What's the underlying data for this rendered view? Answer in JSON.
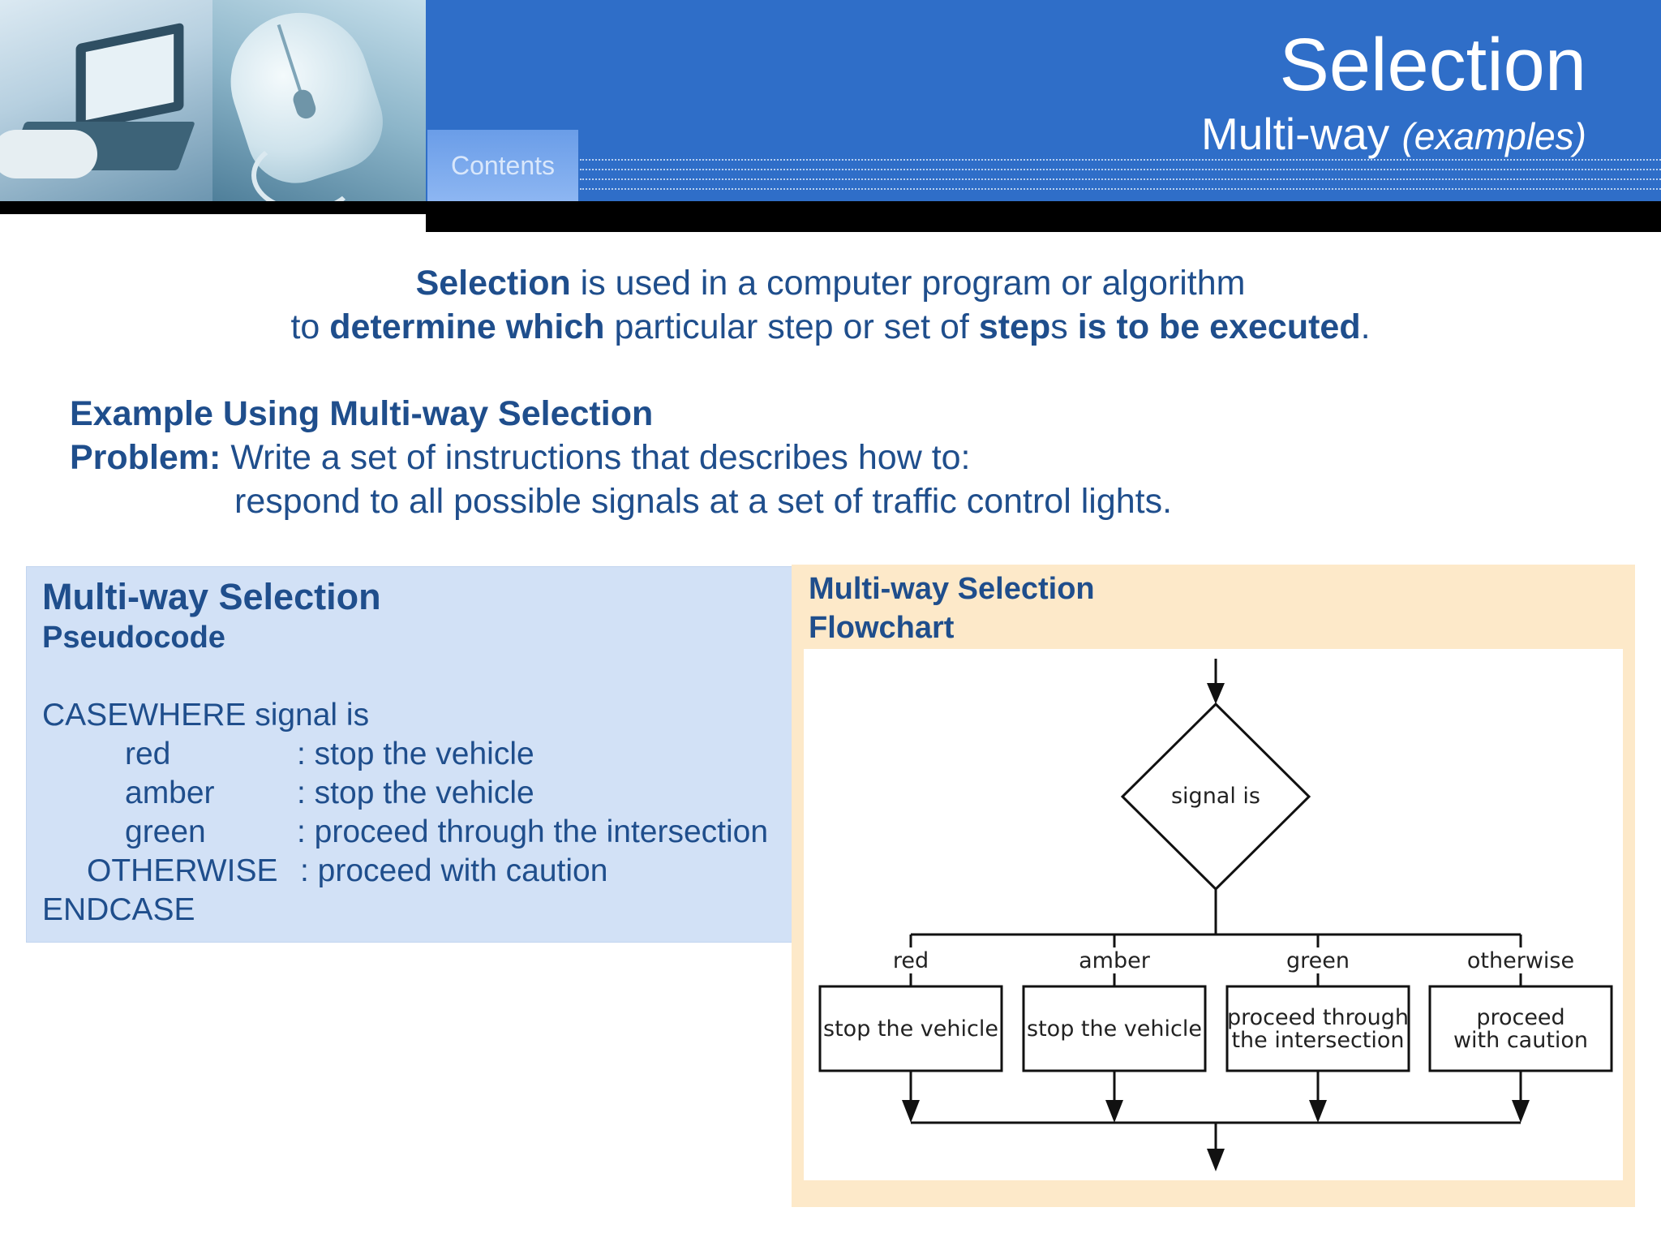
{
  "header": {
    "title": "Selection",
    "subtitle_main": "Multi-way",
    "subtitle_italic": "(examples)",
    "contents_tab": "Contents"
  },
  "intro": {
    "line1_bold": "Selection",
    "line1_rest": " is used in a computer program or algorithm",
    "line2_pre": "to ",
    "line2_bold1": "determine which",
    "line2_mid": " particular step or set of ",
    "line2_bold2": "step",
    "line2_s": "s",
    "line2_bold3": " is to be executed",
    "line2_end": "."
  },
  "example": {
    "heading": "Example Using Multi-way Selection",
    "problem_label": "Problem:",
    "problem_text": " Write a set of instructions that describes how to:",
    "problem_cont": "respond to all possible signals at a set of traffic control lights."
  },
  "pseudocode": {
    "title": "Multi-way Selection",
    "subtitle": "Pseudocode",
    "lines": {
      "casewhere": "CASEWHERE signal is",
      "red_label": "red",
      "red_action": ": stop the vehicle",
      "amber_label": "amber",
      "amber_action": ": stop the vehicle",
      "green_label": "green",
      "green_action": ": proceed through the intersection",
      "otherwise_label": "OTHERWISE",
      "otherwise_action": ": proceed with caution",
      "endcase": "ENDCASE"
    }
  },
  "flowchart": {
    "title": "Multi-way Selection",
    "subtitle": "Flowchart",
    "decision": "signal is",
    "branches": [
      {
        "label": "red",
        "action_lines": [
          "stop the vehicle"
        ]
      },
      {
        "label": "amber",
        "action_lines": [
          "stop the vehicle"
        ]
      },
      {
        "label": "green",
        "action_lines": [
          "proceed through",
          "the intersection"
        ]
      },
      {
        "label": "otherwise",
        "action_lines": [
          "proceed",
          "with caution"
        ]
      }
    ]
  }
}
